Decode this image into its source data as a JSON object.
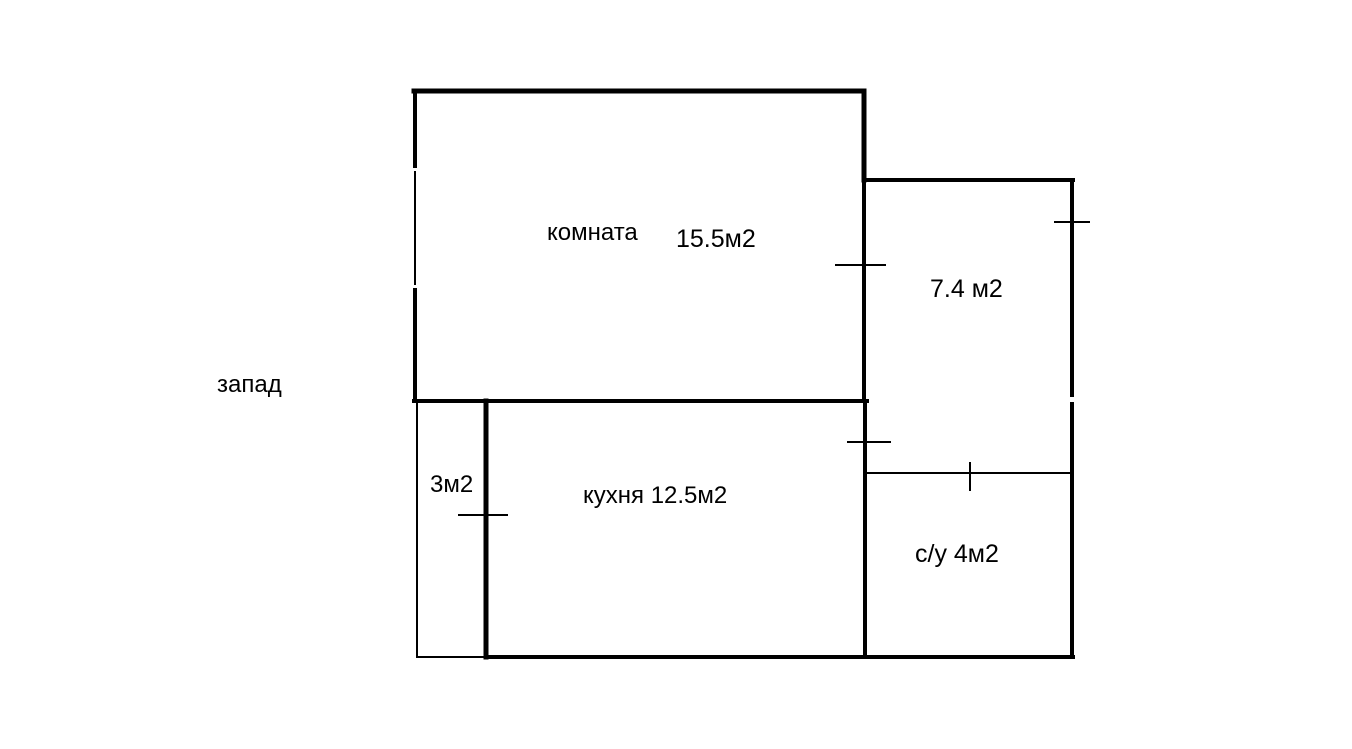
{
  "colors": {
    "background": "#ffffff",
    "wall": "#000000"
  },
  "labels": {
    "direction_west": "запад",
    "room_name": "комната",
    "room_area": "15.5м2",
    "side_room_area": "7.4 м2",
    "small_room_area": "3м2",
    "kitchen": "кухня 12.5м2",
    "bathroom": "с/у 4м2"
  }
}
